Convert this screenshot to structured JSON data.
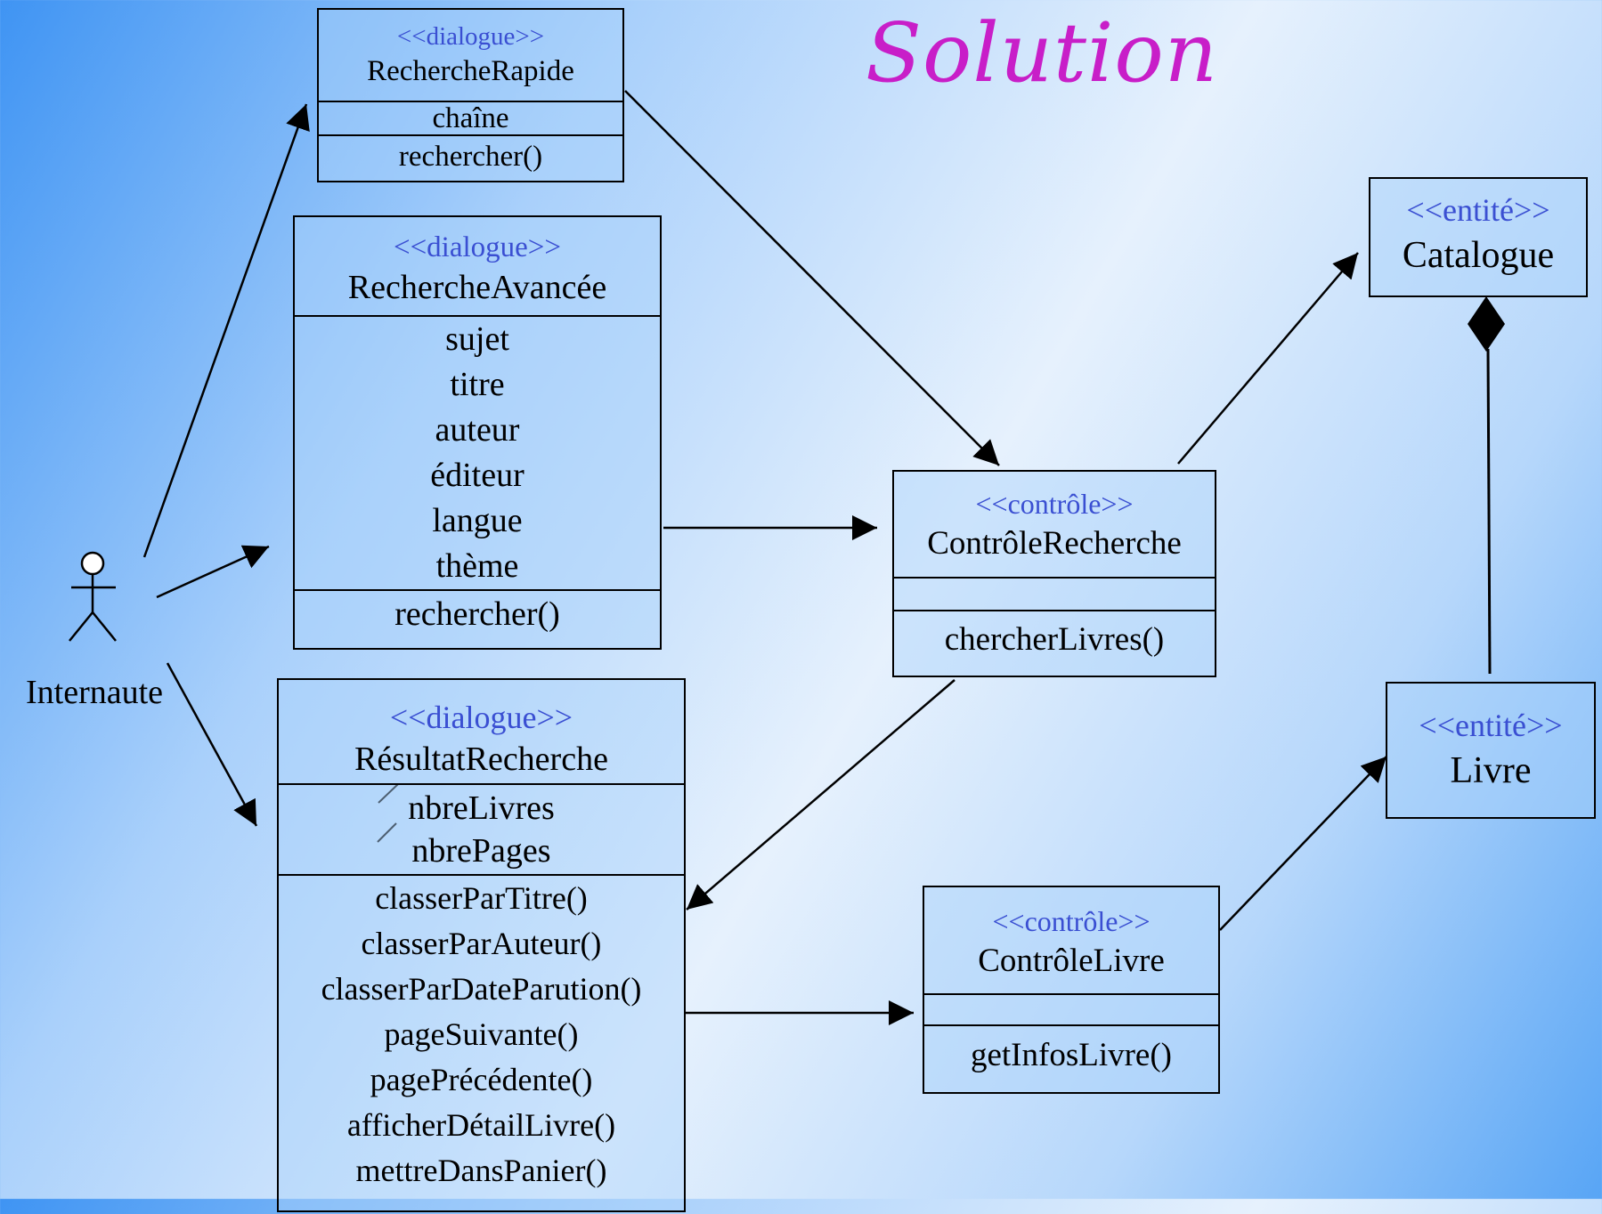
{
  "title": "Solution",
  "actor": {
    "label": "Internaute"
  },
  "classes": {
    "recherche_rapide": {
      "stereotype": "<<dialogue>>",
      "name": "RechercheRapide",
      "attributes": [
        "chaîne"
      ],
      "operations": [
        "rechercher()"
      ]
    },
    "recherche_avancee": {
      "stereotype": "<<dialogue>>",
      "name": "RechercheAvancée",
      "attributes": [
        "sujet",
        "titre",
        "auteur",
        "éditeur",
        "langue",
        "thème"
      ],
      "operations": [
        "rechercher()"
      ]
    },
    "resultat_recherche": {
      "stereotype": "<<dialogue>>",
      "name": "RésultatRecherche",
      "attributes": [
        "nbreLivres",
        "nbrePages"
      ],
      "operations": [
        "classerParTitre()",
        "classerParAuteur()",
        "classerParDateParution()",
        "pageSuivante()",
        "pagePrécédente()",
        "afficherDétailLivre()",
        "mettreDansPanier()"
      ]
    },
    "controle_recherche": {
      "stereotype": "<<contrôle>>",
      "name": "ContrôleRecherche",
      "attributes": [],
      "operations": [
        "chercherLivres()"
      ]
    },
    "controle_livre": {
      "stereotype": "<<contrôle>>",
      "name": "ContrôleLivre",
      "attributes": [],
      "operations": [
        "getInfosLivre()"
      ]
    },
    "catalogue": {
      "stereotype": "<<entité>>",
      "name": "Catalogue"
    },
    "livre": {
      "stereotype": "<<entité>>",
      "name": "Livre"
    }
  }
}
